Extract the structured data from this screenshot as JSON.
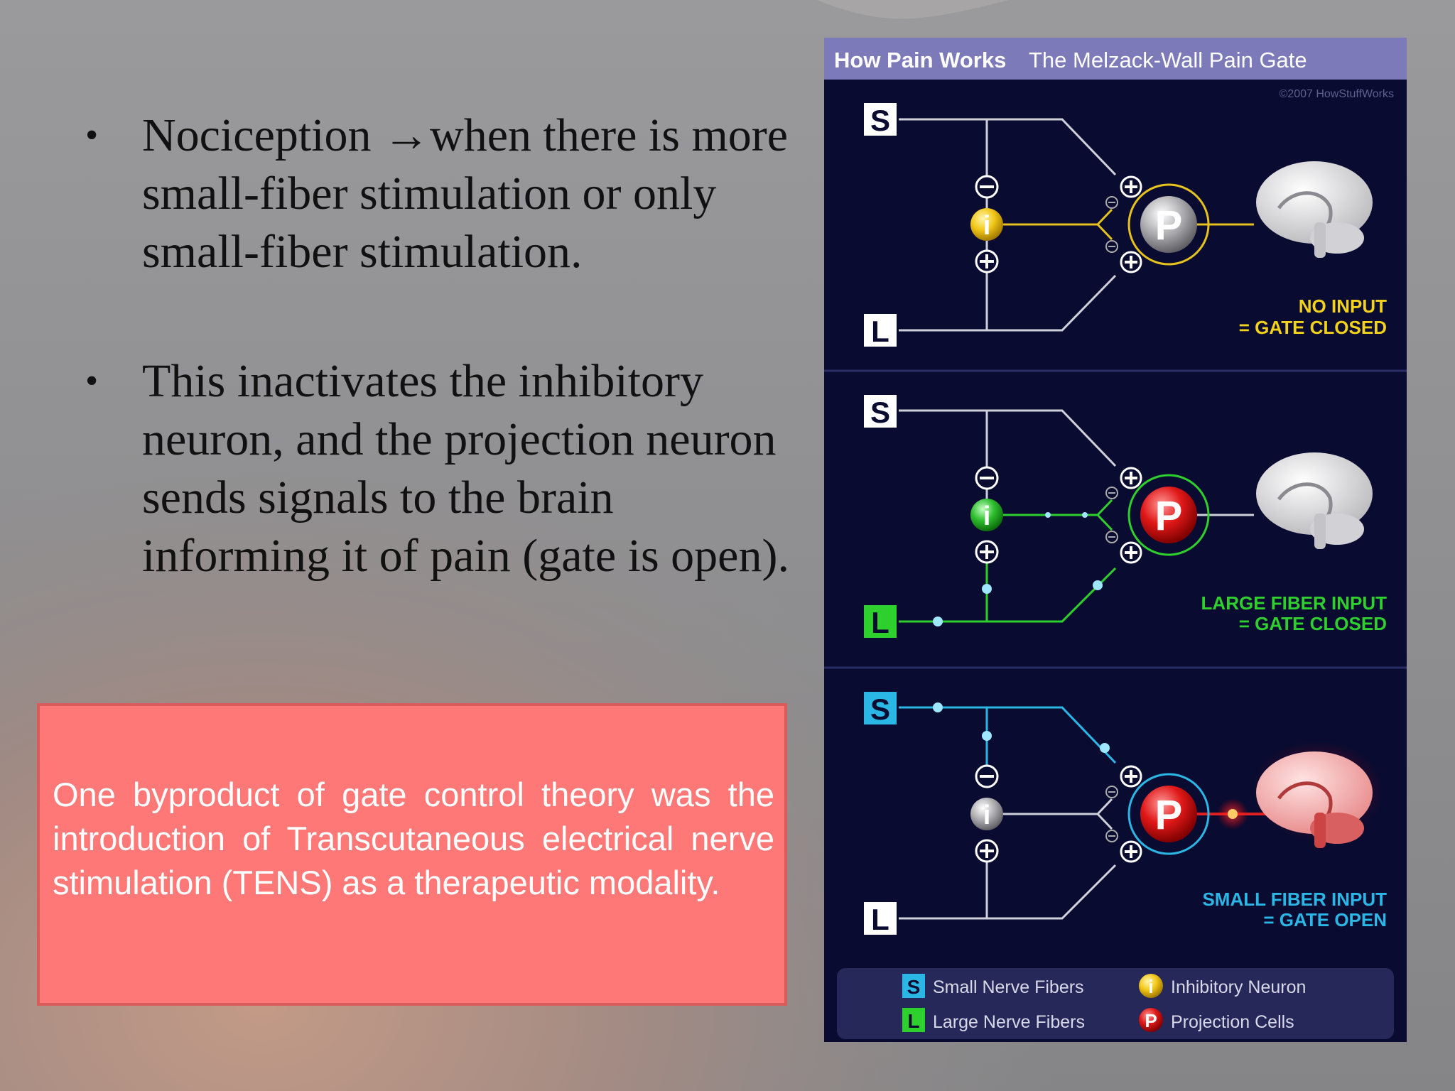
{
  "slide": {
    "bullets": [
      {
        "text": "Nociception →when there is more small-fiber stimulation or only small-fiber stimulation."
      },
      {
        "text": "This inactivates the inhibitory neuron, and the projection neuron sends signals to the brain informing it of pain (gate is open)."
      }
    ],
    "callout": "One byproduct of gate control theory was the introduction of Transcutaneous electrical nerve stimulation (TENS)  as a therapeutic modality."
  },
  "diagram": {
    "header_bold": "How Pain Works",
    "header_rest": "The Melzack-Wall Pain Gate",
    "copyright": "©2007 HowStuffWorks",
    "labels": {
      "S": "S",
      "L": "L",
      "i": "i",
      "P": "P",
      "plus": "+",
      "minus": "−"
    },
    "states": [
      {
        "line1": "NO INPUT",
        "line2": "= GATE CLOSED",
        "color": "#f2d21a"
      },
      {
        "line1": "LARGE FIBER INPUT",
        "line2": "= GATE CLOSED",
        "color": "#2ed02e"
      },
      {
        "line1": "SMALL FIBER INPUT",
        "line2": "= GATE OPEN",
        "color": "#2bb7e6"
      }
    ],
    "legend": [
      {
        "badge": "S",
        "label": "Small Nerve Fibers"
      },
      {
        "badge": "L",
        "label": "Large Nerve Fibers"
      },
      {
        "badge": "i",
        "label": "Inhibitory Neuron"
      },
      {
        "badge": "P",
        "label": "Projection Cells"
      }
    ]
  },
  "colors": {
    "callout_bg": "#ff7878",
    "panel_bg": "#0a0b30",
    "header_bg": "#7c7ab8"
  }
}
